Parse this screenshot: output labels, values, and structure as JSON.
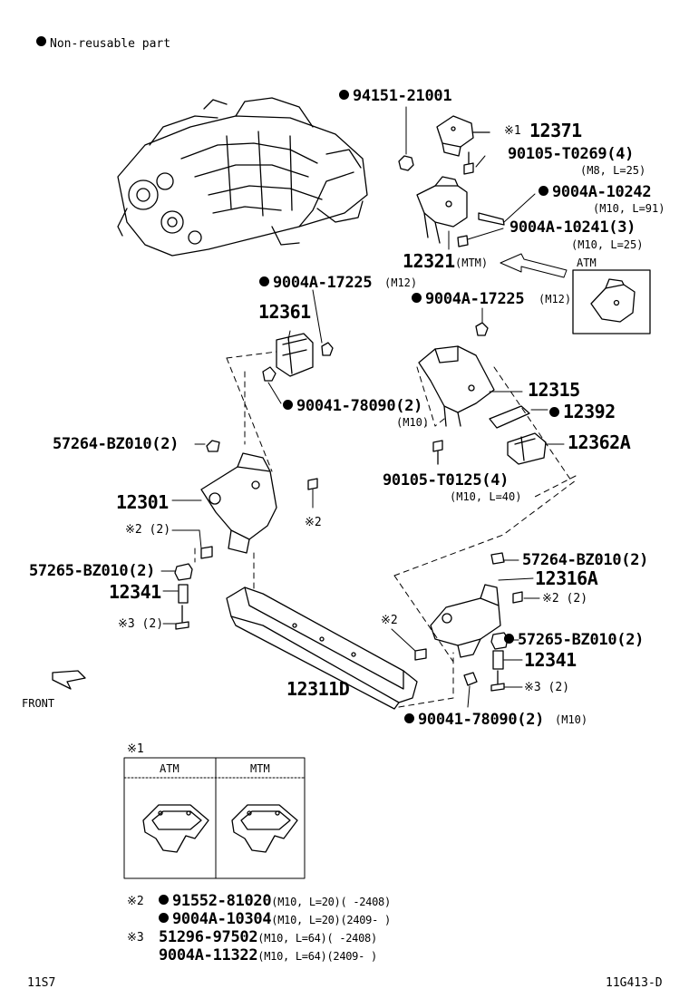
{
  "legend": {
    "marker": "●",
    "text": "Non-reusable part"
  },
  "labels": {
    "p94151": "94151-21001",
    "p12371": "12371",
    "p12371_note": "※1",
    "p90105a": "90105-T0269(4)",
    "p90105a_spec": "(M8, L=25)",
    "p9004a10242": "9004A-10242",
    "p9004a10242_spec": "(M10, L=91)",
    "p9004a10241": "9004A-10241(3)",
    "p9004a10241_spec": "(M10, L=25)",
    "p12321": "12321",
    "p12321_sub": "(MTM)",
    "atm_inset": "ATM",
    "p9004a17225a": "9004A-17225",
    "p9004a17225a_spec": "(M12)",
    "p9004a17225b": "9004A-17225",
    "p9004a17225b_spec": "(M12)",
    "p12361": "12361",
    "p90041a": "90041-78090(2)",
    "p90041a_spec": "(M10)",
    "p12315": "12315",
    "p12392": "12392",
    "p12362a": "12362A",
    "p57264a": "57264-BZ010(2)",
    "p12301": "12301",
    "note2a": "※2 (2)",
    "note2b": "※2",
    "p90105b": "90105-T0125(4)",
    "p90105b_spec": "(M10, L=40)",
    "p57265a": "57265-BZ010(2)",
    "p12341a": "12341",
    "note3a": "※3 (2)",
    "p57264b": "57264-BZ010(2)",
    "p12316a": "12316A",
    "note2c": "※2 (2)",
    "note2d": "※2",
    "p57265b": "57265-BZ010(2)",
    "p12341b": "12341",
    "note3b": "※3 (2)",
    "p12311d": "12311D",
    "front": "FRONT",
    "p90041b": "90041-78090(2)",
    "p90041b_spec": "(M10)"
  },
  "inset_table": {
    "mark": "※1",
    "col_atm": "ATM",
    "col_mtm": "MTM"
  },
  "footnotes": {
    "n2_mark": "※2",
    "n2_line1_part": "91552-81020",
    "n2_line1_spec": "(M10, L=20)(      -2408)",
    "n2_line2_part": "9004A-10304",
    "n2_line2_spec": "(M10, L=20)(2409-     )",
    "n3_mark": "※3",
    "n3_line1_part": "51296-97502",
    "n3_line1_spec": "(M10, L=64)(      -2408)",
    "n3_line2_part": "9004A-11322",
    "n3_line2_spec": "(M10, L=64)(2409-     )"
  },
  "footer": {
    "left": "11S7",
    "right": "11G413-D"
  }
}
